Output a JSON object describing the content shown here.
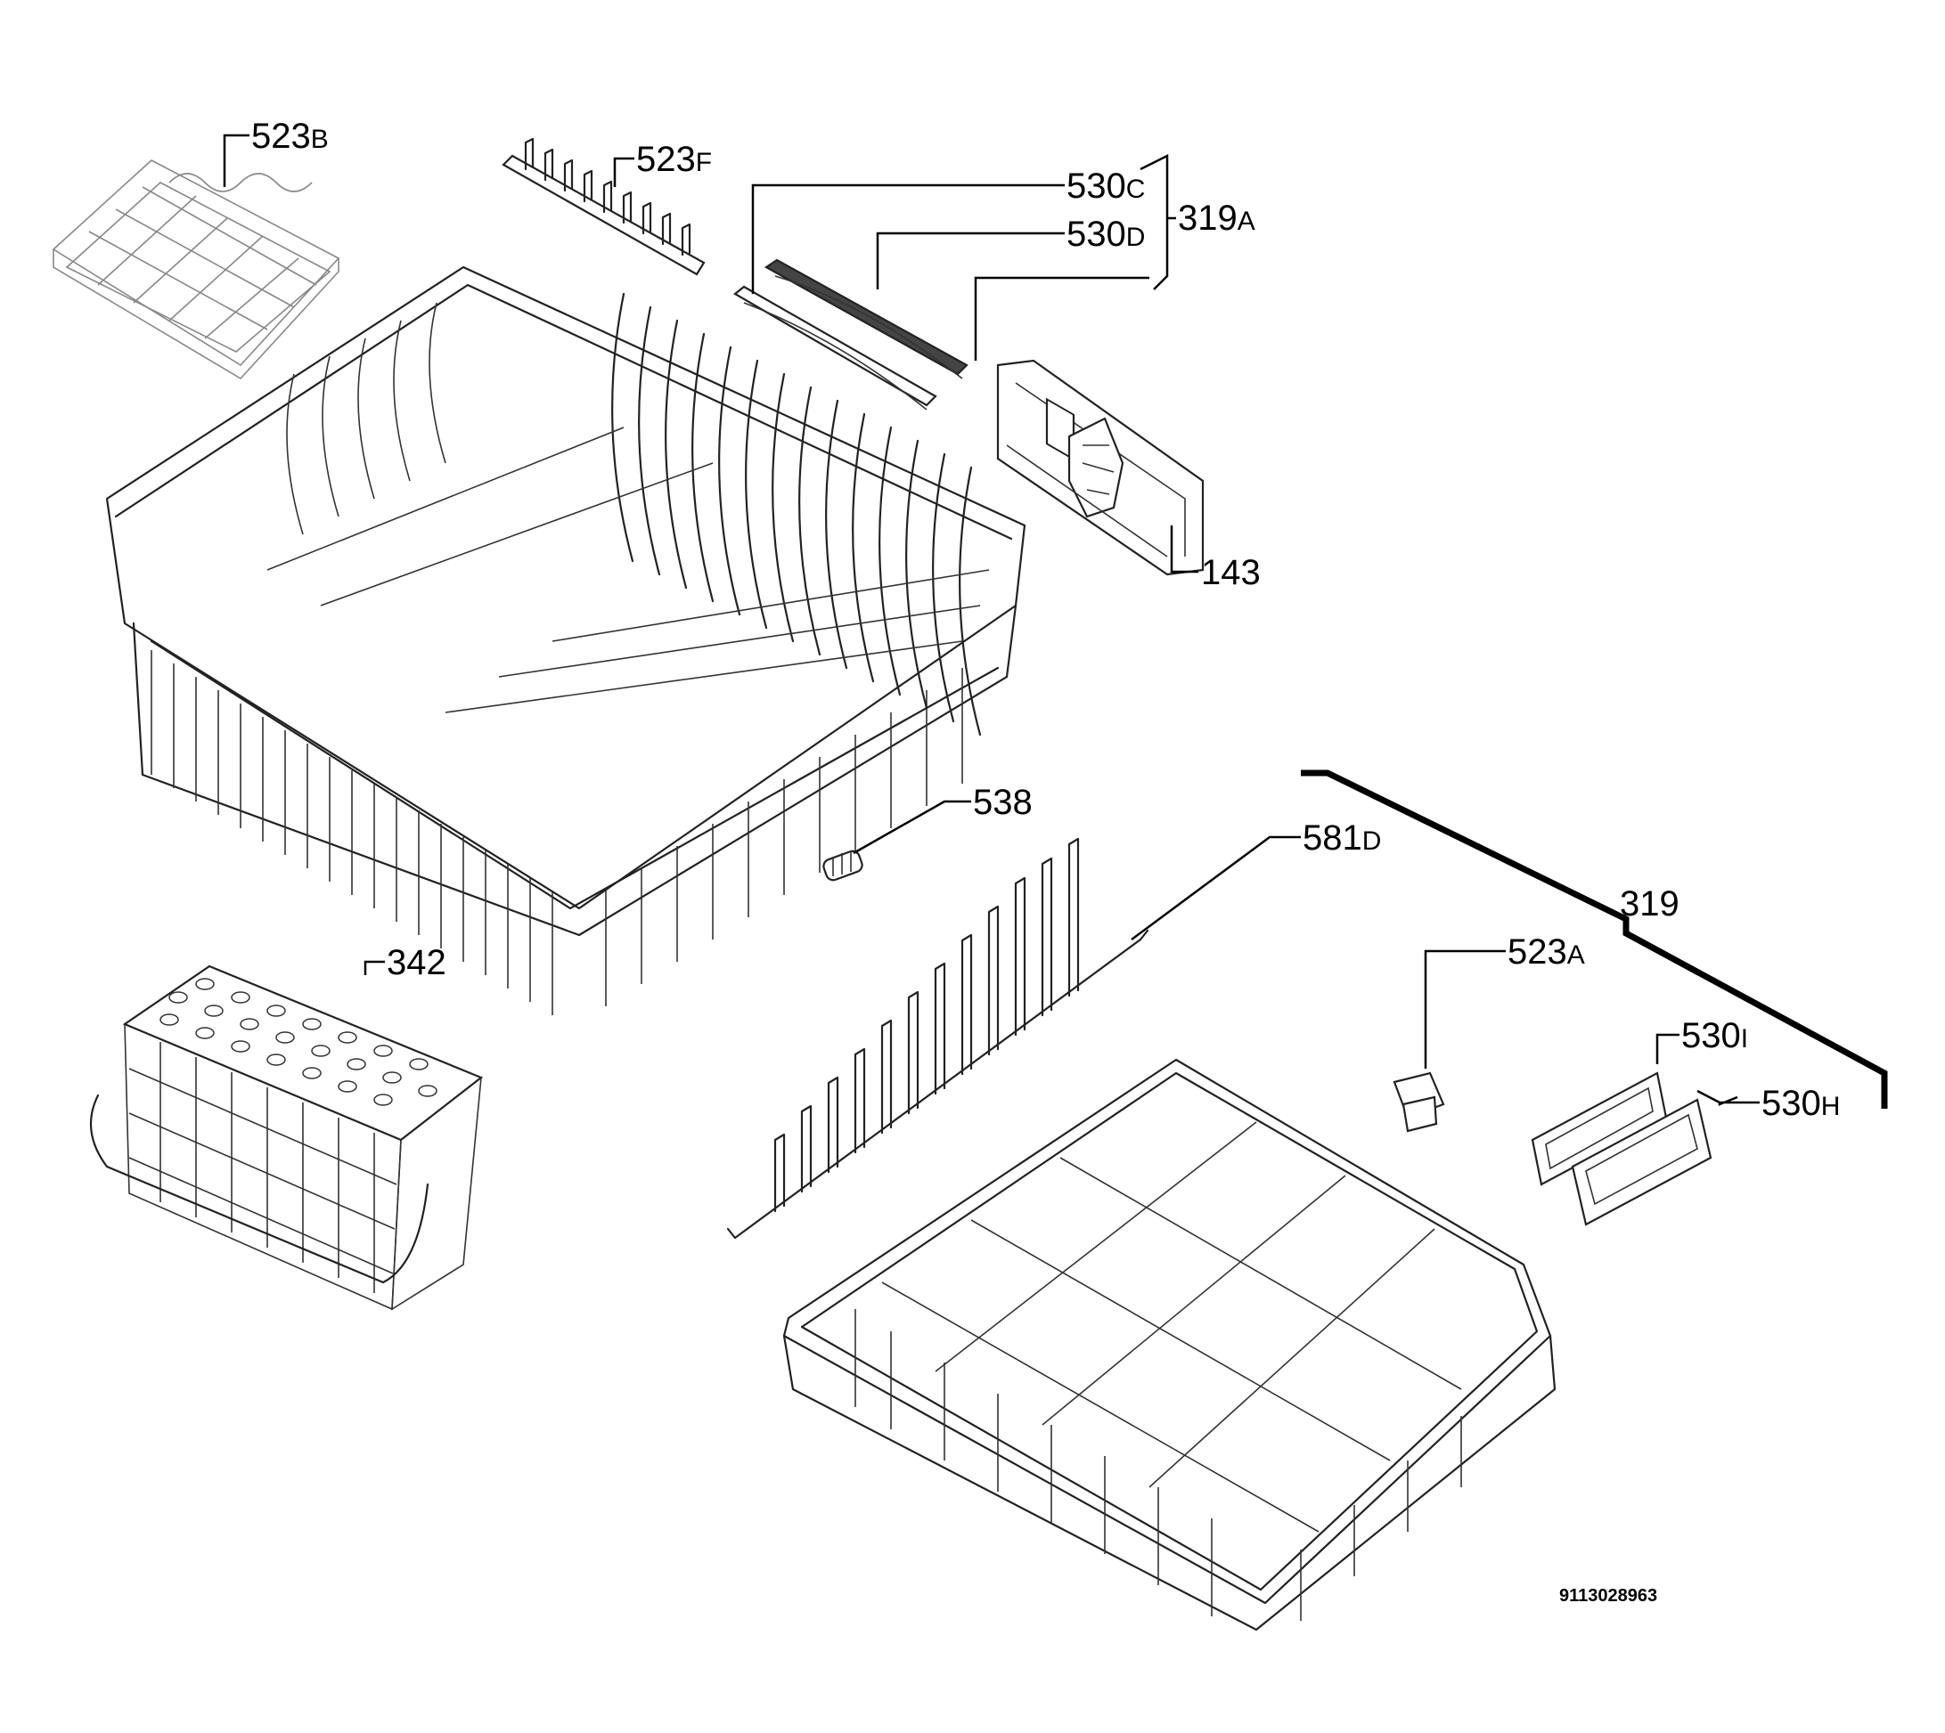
{
  "callouts": {
    "c523b": {
      "num": "523",
      "sfx": "B"
    },
    "c523f": {
      "num": "523",
      "sfx": "F"
    },
    "c530c": {
      "num": "530",
      "sfx": "C"
    },
    "c530d": {
      "num": "530",
      "sfx": "D"
    },
    "c319a": {
      "num": "319",
      "sfx": "A"
    },
    "c143": {
      "num": "143",
      "sfx": ""
    },
    "c538": {
      "num": "538",
      "sfx": ""
    },
    "c581d": {
      "num": "581",
      "sfx": "D"
    },
    "c319": {
      "num": "319",
      "sfx": ""
    },
    "c342": {
      "num": "342",
      "sfx": ""
    },
    "c523a": {
      "num": "523",
      "sfx": "A"
    },
    "c530i": {
      "num": "530",
      "sfx": "I"
    },
    "c530h": {
      "num": "530",
      "sfx": "H"
    }
  },
  "drawing_code": "9113028963"
}
